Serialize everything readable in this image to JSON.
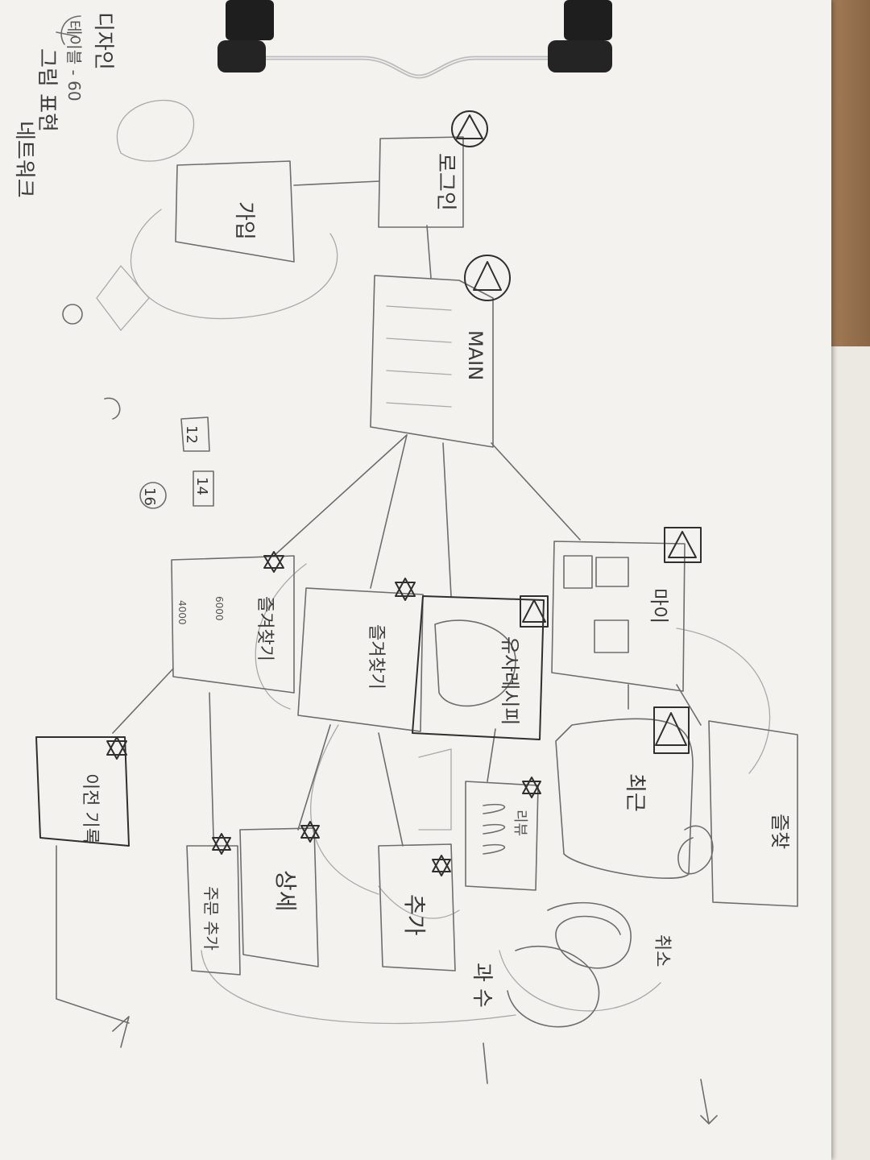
{
  "notes": {
    "line1": "디자인",
    "line2": "테이블 - 60",
    "line3": "그림 표현",
    "line4": "네트워크"
  },
  "nodes": {
    "login": "로그인",
    "signup": "가입",
    "main": "MAIN",
    "wishlist": "즐겨찾기",
    "mypage": "마이",
    "recent": "최근",
    "similar_recipes": "유사레시피",
    "detail": "상세",
    "add": "추가",
    "history": "이전 기록",
    "order_add": "주문 추가",
    "favorites": "즐찾",
    "review": "리뷰",
    "cancel": "취소"
  },
  "marks": {
    "page_a": "12",
    "page_b": "14",
    "page_c": "16",
    "price_a": "6000",
    "price_b": "4000",
    "bottom_left": "과 수"
  }
}
